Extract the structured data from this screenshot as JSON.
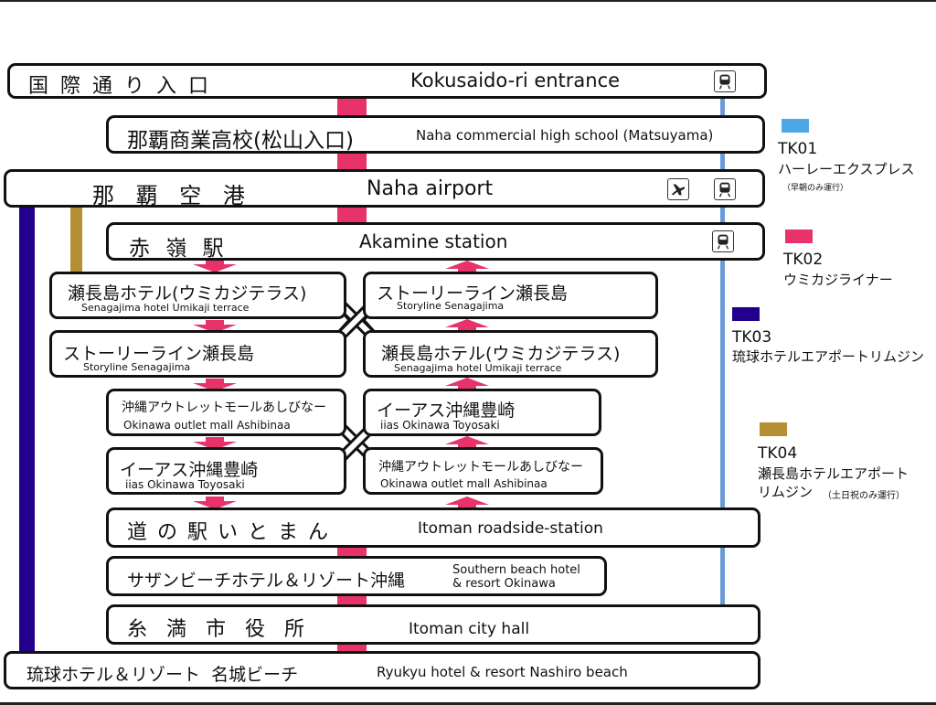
{
  "routes": [
    {
      "code": "TK01",
      "name": "ハーレーエクスプレス",
      "note": "（早朝のみ運行）",
      "color": "#4ea8e8",
      "line_color": "#6b9bd6"
    },
    {
      "code": "TK02",
      "name": "ウミカジライナー",
      "note": "",
      "color": "#e8336a"
    },
    {
      "code": "TK03",
      "name": "琉球ホテルエアポートリムジン",
      "note": "",
      "color": "#23008c"
    },
    {
      "code": "TK04",
      "name": "瀬長島ホテルエアポート",
      "name2": "リムジン",
      "note": "（土日祝のみ運行）",
      "color": "#b78f33"
    }
  ],
  "stops": {
    "kokusaidori": {
      "jp": "国 際 通 り 入 口",
      "en": "Kokusaido-ri entrance"
    },
    "naha_commercial": {
      "jp": "那覇商業高校(松山入口)",
      "en": "Naha commercial high school (Matsuyama)"
    },
    "naha_airport": {
      "jp": "那 覇 空 港",
      "en": "Naha airport"
    },
    "akamine": {
      "jp": "赤 嶺 駅",
      "en": "Akamine station"
    },
    "senagajima_hotel_l": {
      "jp": "瀬長島ホテル(ウミカジテラス)",
      "en": "Senagajima hotel  Umikaji terrace"
    },
    "storyline_l": {
      "jp": "ストーリーライン瀬長島",
      "en": "Storyline Senagajima"
    },
    "storyline_r": {
      "jp": "ストーリーライン瀬長島",
      "en": "Storyline Senagajima"
    },
    "senagajima_hotel_r": {
      "jp": "瀬長島ホテル(ウミカジテラス)",
      "en": "Senagajima hotel  Umikaji terrace"
    },
    "outlet_l": {
      "jp": "沖縄アウトレットモールあしびなー",
      "en": "Okinawa outlet mall  Ashibinaa"
    },
    "iias_l": {
      "jp": "イーアス沖縄豊崎",
      "en": "iias Okinawa Toyosaki"
    },
    "iias_r": {
      "jp": "イーアス沖縄豊崎",
      "en": "iias Okinawa Toyosaki"
    },
    "outlet_r": {
      "jp": "沖縄アウトレットモールあしびなー",
      "en": "Okinawa outlet mall  Ashibinaa"
    },
    "michinoeki": {
      "jp": "道 の 駅 い と ま ん",
      "en": "Itoman roadside-station"
    },
    "southern_beach": {
      "jp": "サザンビーチホテル＆リゾート沖縄",
      "en1": "Southern beach hotel",
      "en2": "& resort Okinawa"
    },
    "itoman_city_hall": {
      "jp": "糸 満 市 役 所",
      "en": "Itoman city hall"
    },
    "ryukyu_hotel": {
      "jp": "琉球ホテル＆リゾート  名城ビーチ",
      "en": "Ryukyu hotel & resort Nashiro beach"
    }
  },
  "icons": {
    "train": "train-icon",
    "airplane": "airplane-icon"
  }
}
